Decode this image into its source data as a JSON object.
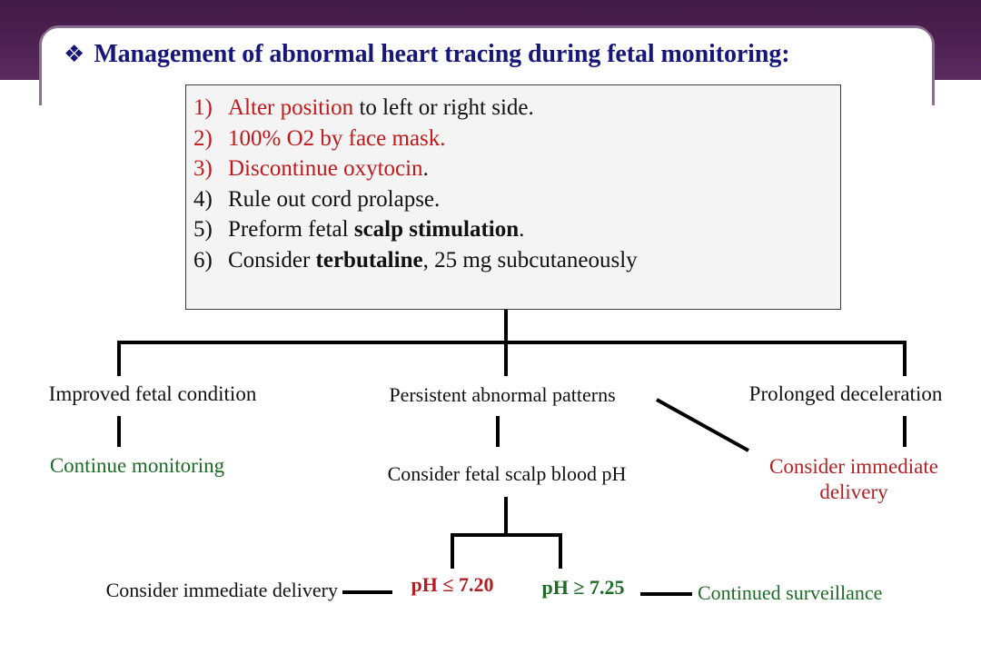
{
  "header": {
    "bullet_icon": "diamond-bullet-icon",
    "title": "Management of abnormal heart tracing during fetal monitoring:",
    "title_color": "#17177a",
    "band_color": "#4a1f4e",
    "plate_border_color": "#8a6f92"
  },
  "steps_box": {
    "background": "#f4f4f4",
    "border_color": "#3a3a3a",
    "steps": [
      {
        "number": "1)",
        "parts": [
          {
            "text": "Alter position",
            "color": "#c0191c",
            "bold": false
          },
          {
            "text": " to left or right side.",
            "color": "#111111",
            "bold": false
          }
        ]
      },
      {
        "number": "2)",
        "parts": [
          {
            "text": "100% O2 by face mask.",
            "color": "#c0191c",
            "bold": false
          }
        ]
      },
      {
        "number": "3)",
        "parts": [
          {
            "text": "Discontinue oxytocin",
            "color": "#c0191c",
            "bold": false
          },
          {
            "text": ".",
            "color": "#111111",
            "bold": false
          }
        ]
      },
      {
        "number": "4)",
        "parts": [
          {
            "text": "Rule out cord prolapse.",
            "color": "#111111",
            "bold": false
          }
        ]
      },
      {
        "number": "5)",
        "parts": [
          {
            "text": "Preform fetal ",
            "color": "#111111",
            "bold": false
          },
          {
            "text": "scalp stimulation",
            "color": "#111111",
            "bold": true
          },
          {
            "text": ".",
            "color": "#111111",
            "bold": false
          }
        ]
      },
      {
        "number": "6)",
        "parts": [
          {
            "text": "Consider ",
            "color": "#111111",
            "bold": false
          },
          {
            "text": "terbutaline",
            "color": "#111111",
            "bold": true
          },
          {
            "text": ", 25 mg subcutaneously",
            "color": "#111111",
            "bold": false
          }
        ]
      }
    ]
  },
  "flow": {
    "branch_left": {
      "condition": "Improved fetal condition",
      "outcome": "Continue monitoring",
      "outcome_color": "#1d6b26"
    },
    "branch_center": {
      "condition": "Persistent abnormal patterns",
      "action": "Consider fetal scalp blood pH",
      "ph_low_label": "pH ≤ 7.20",
      "ph_low_color": "#b01f24",
      "ph_high_label": "pH ≥ 7.25",
      "ph_high_color": "#1d6b26",
      "ph_low_outcome": "Consider immediate delivery",
      "ph_high_outcome": "Continued surveillance",
      "ph_high_outcome_color": "#1d6b26"
    },
    "branch_right": {
      "condition": "Prolonged deceleration",
      "outcome_line1": "Consider immediate",
      "outcome_line2": "delivery",
      "outcome_color": "#b01f24"
    },
    "connector_color": "#000000"
  }
}
